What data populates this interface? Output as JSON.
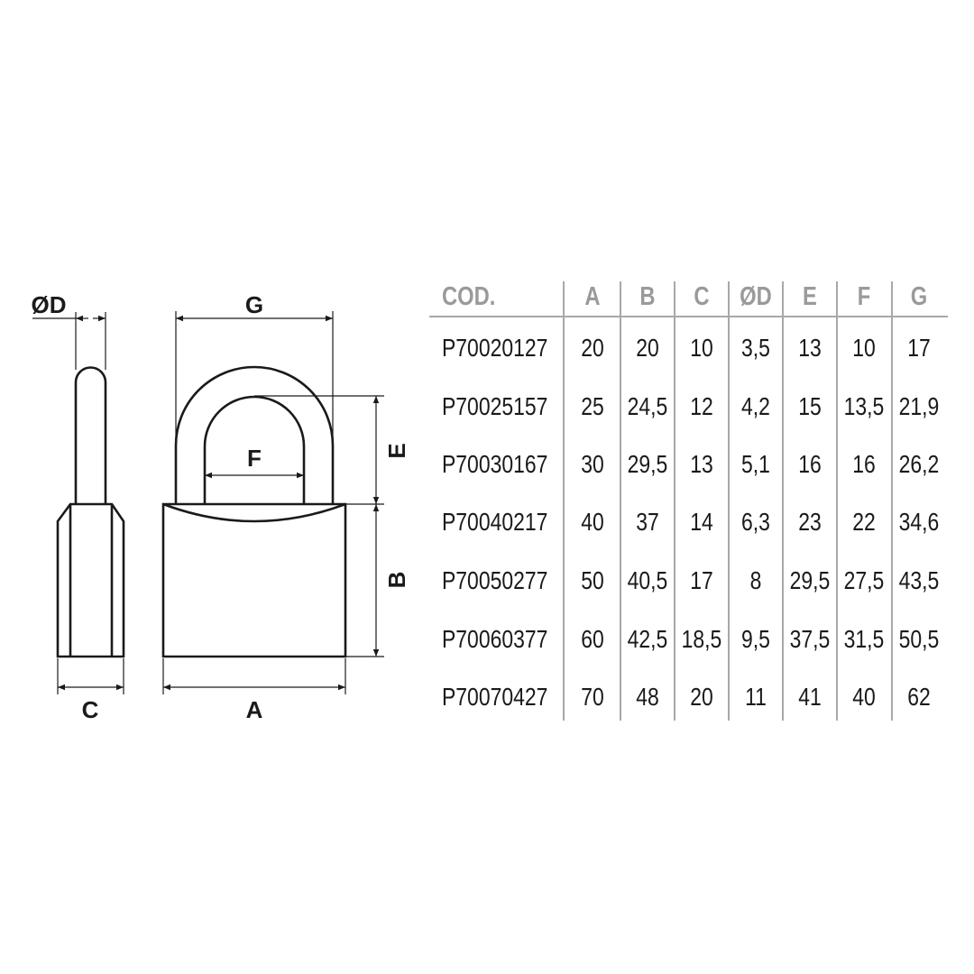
{
  "drawing": {
    "labels": {
      "D": "ØD",
      "G": "G",
      "F": "F",
      "E": "E",
      "B": "B",
      "C": "C",
      "A": "A"
    }
  },
  "table": {
    "headers": [
      "COD.",
      "A",
      "B",
      "C",
      "ØD",
      "E",
      "F",
      "G"
    ],
    "rows": [
      [
        "P70020127",
        "20",
        "20",
        "10",
        "3,5",
        "13",
        "10",
        "17"
      ],
      [
        "P70025157",
        "25",
        "24,5",
        "12",
        "4,2",
        "15",
        "13,5",
        "21,9"
      ],
      [
        "P70030167",
        "30",
        "29,5",
        "13",
        "5,1",
        "16",
        "16",
        "26,2"
      ],
      [
        "P70040217",
        "40",
        "37",
        "14",
        "6,3",
        "23",
        "22",
        "34,6"
      ],
      [
        "P70050277",
        "50",
        "40,5",
        "17",
        "8",
        "29,5",
        "27,5",
        "43,5"
      ],
      [
        "P70060377",
        "60",
        "42,5",
        "18,5",
        "9,5",
        "37,5",
        "31,5",
        "50,5"
      ],
      [
        "P70070427",
        "70",
        "48",
        "20",
        "11",
        "41",
        "40",
        "62"
      ]
    ]
  }
}
